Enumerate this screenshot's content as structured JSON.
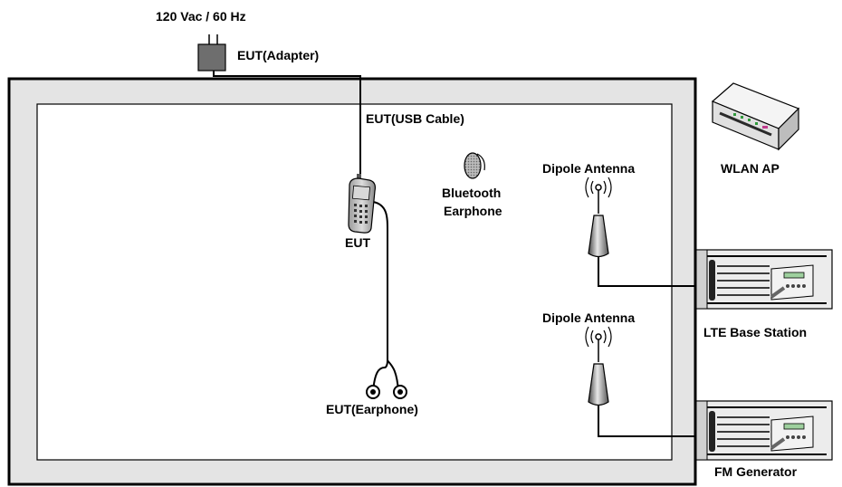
{
  "labels": {
    "power": "120 Vac / 60 Hz",
    "adapter": "EUT(Adapter)",
    "usb_cable": "EUT(USB Cable)",
    "eut": "EUT",
    "earphone": "EUT(Earphone)",
    "bt_line1": "Bluetooth",
    "bt_line2": "Earphone",
    "dipole1": "Dipole Antenna",
    "dipole2": "Dipole Antenna",
    "wlan": "WLAN AP",
    "lte": "LTE Base Station",
    "fm": "FM Generator"
  },
  "colors": {
    "chamber_fill": "#e4e4e4",
    "outline": "#000000",
    "device_gray": "#6e6e6e"
  }
}
